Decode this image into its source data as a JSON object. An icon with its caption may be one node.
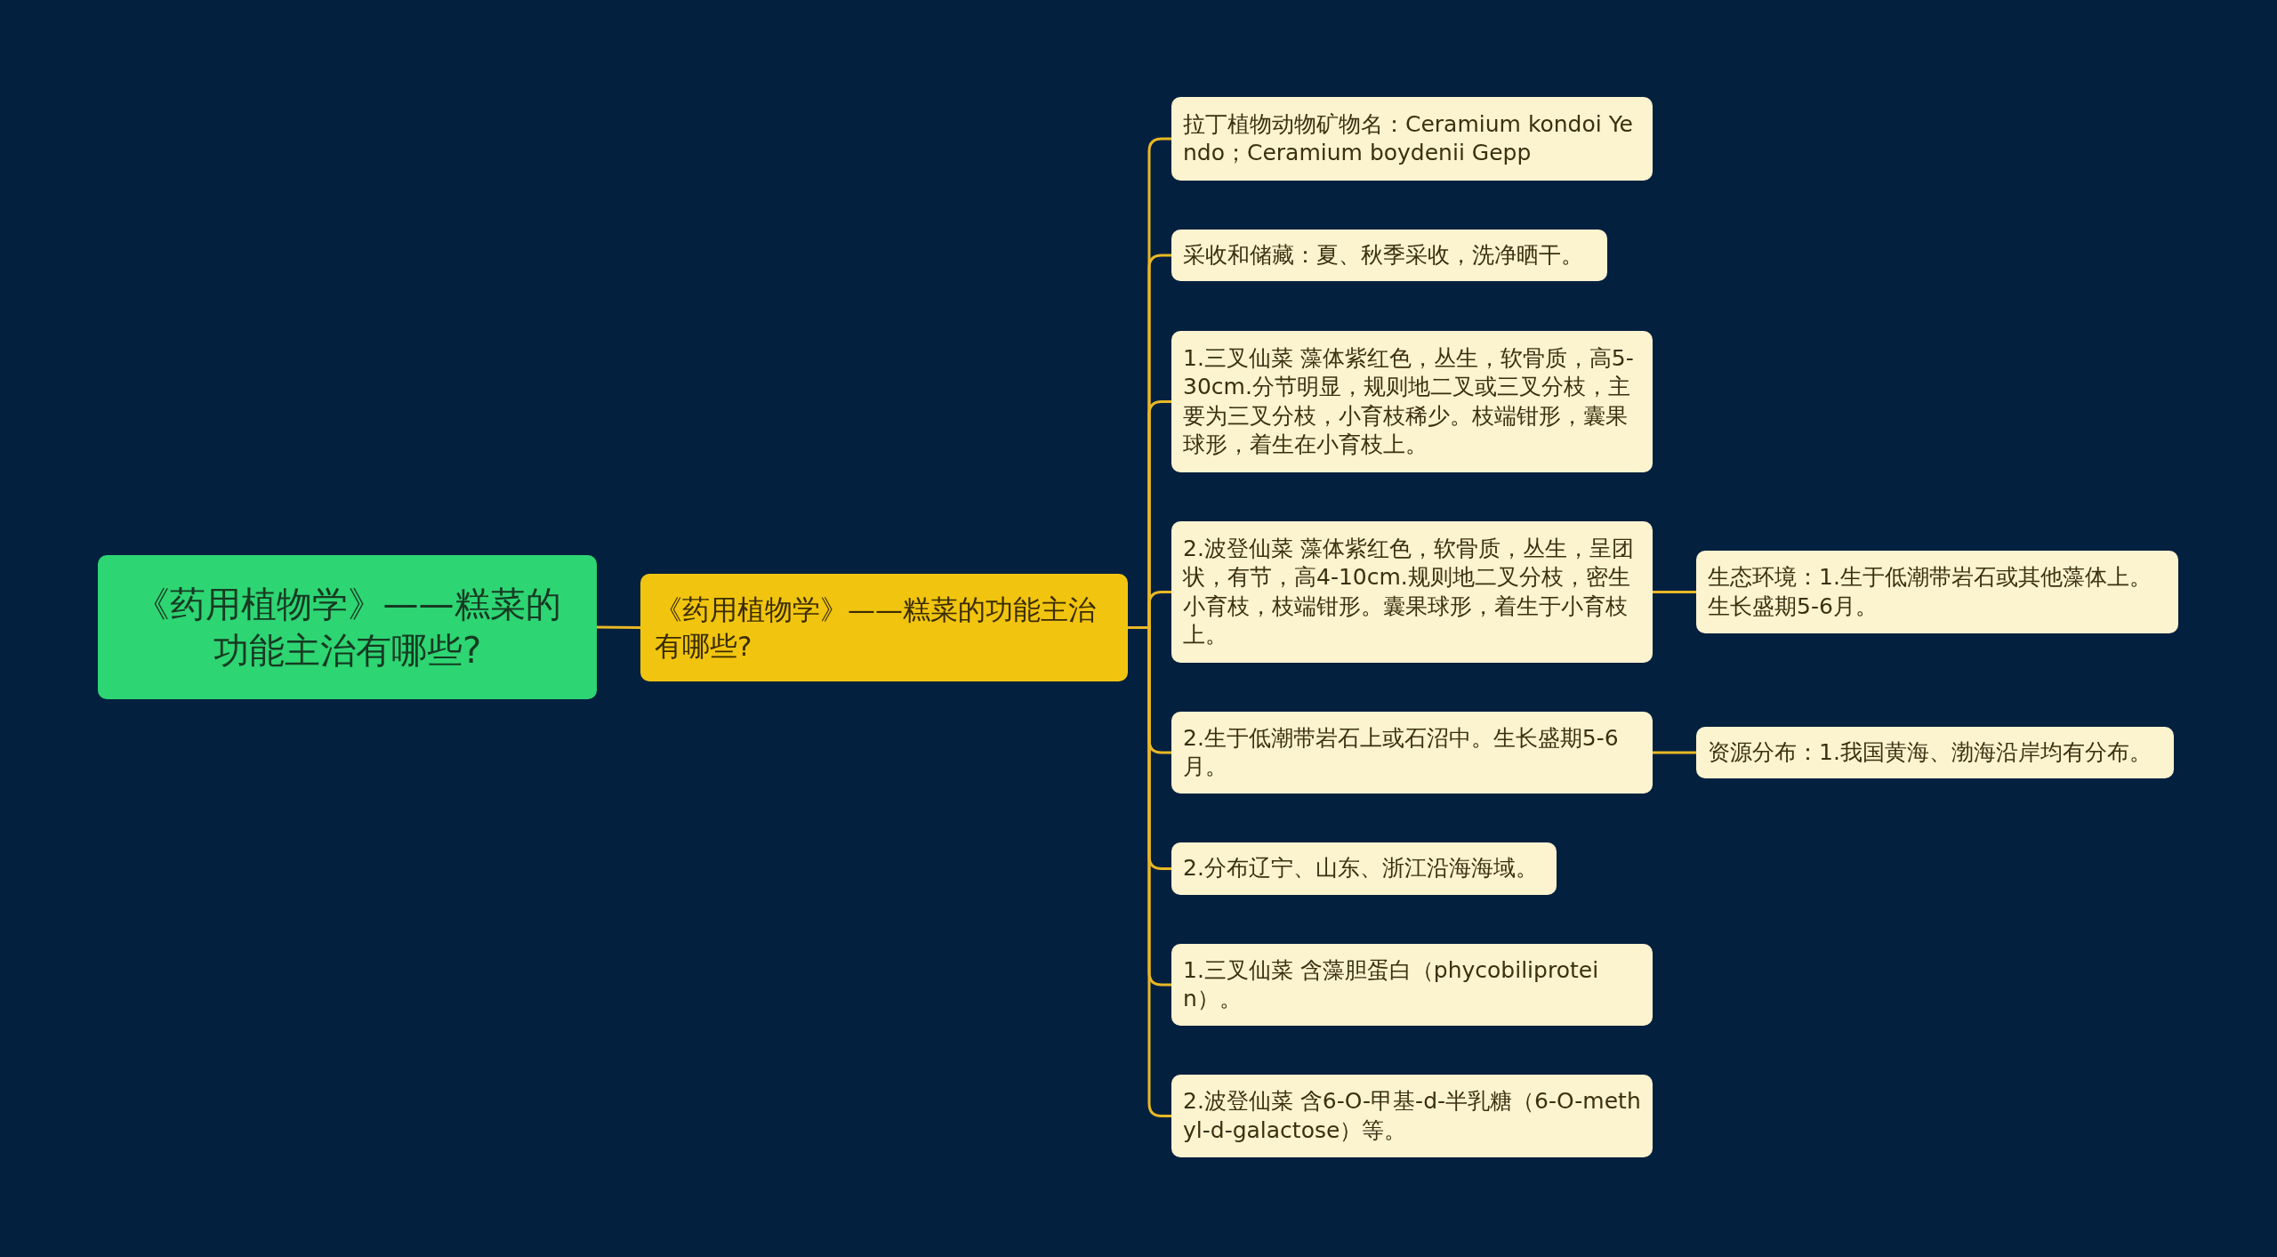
{
  "diagram": {
    "nodes": [
      {
        "text": [
          "《药用植物学》——糕菜的功能主治有哪些?"
        ]
      },
      {
        "text": [
          "《药用植物学》——糕菜的功能主治有哪些?"
        ]
      },
      {
        "text": [
          "拉丁植物动物矿物名：Ceramium kondoi Yendo；Ceramium boydenii Gepp"
        ]
      },
      {
        "text": [
          "采收和储藏：夏、秋季采收，洗净晒干。"
        ]
      },
      {
        "text": [
          "1.三叉仙菜 藻体紫红色，丛生，软骨质，高5-30cm.分节明显，规则地二叉或三叉分枝，主要为三叉分枝，小育枝稀少。枝端钳形，囊果球形，着生在小育枝上。"
        ]
      },
      {
        "text": [
          "2.波登仙菜 藻体紫红色，软骨质，丛生，呈团状，有节，高4-10cm.规则地二叉分枝，密生小育枝，枝端钳形。囊果球形，着生于小育枝上。"
        ]
      },
      {
        "text": [
          "2.生于低潮带岩石上或石沼中。生长盛期5-6月。"
        ]
      },
      {
        "text": [
          "2.分布辽宁、山东、浙江沿海海域。"
        ]
      },
      {
        "text": [
          "1.三叉仙菜 含藻胆蛋白（phycobiliprotein）。"
        ]
      },
      {
        "text": [
          "2.波登仙菜 含6-O-甲基-d-半乳糖（6-O-methyl-d-galactose）等。"
        ]
      },
      {
        "text": [
          "生态环境：1.生于低潮带岩石或其他藻体上。生长盛期5-6月。"
        ]
      },
      {
        "text": [
          "资源分布：1.我国黄海、渤海沿岸均有分布。"
        ]
      }
    ],
    "edges": [
      {
        "from": 0,
        "to": 1,
        "arrow": "none"
      },
      {
        "from": 1,
        "to": 2,
        "arrow": "none"
      },
      {
        "from": 1,
        "to": 3,
        "arrow": "none"
      },
      {
        "from": 1,
        "to": 4,
        "arrow": "none"
      },
      {
        "from": 1,
        "to": 5,
        "arrow": "none"
      },
      {
        "from": 1,
        "to": 6,
        "arrow": "none"
      },
      {
        "from": 1,
        "to": 7,
        "arrow": "none"
      },
      {
        "from": 1,
        "to": 8,
        "arrow": "none"
      },
      {
        "from": 1,
        "to": 9,
        "arrow": "none"
      },
      {
        "from": 5,
        "to": 10,
        "arrow": "none"
      },
      {
        "from": 6,
        "to": 11,
        "arrow": "none"
      }
    ]
  }
}
